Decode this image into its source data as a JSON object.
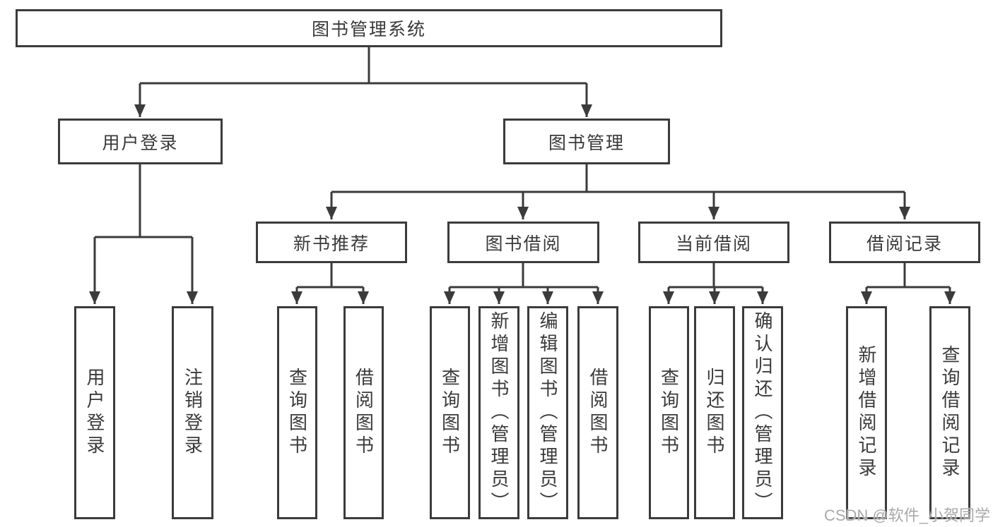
{
  "watermark": "CSDN @软件_小贺同学",
  "colors": {
    "line": "#3b3b3b",
    "text": "#3a3a3a",
    "background": "#ffffff",
    "watermark": "#a9a9a9"
  },
  "tree": {
    "root": {
      "label": "图书管理系统",
      "children": [
        {
          "label": "用户登录",
          "children": [
            {
              "label": "用户登录"
            },
            {
              "label": "注销登录"
            }
          ]
        },
        {
          "label": "图书管理",
          "children": [
            {
              "label": "新书推荐",
              "children": [
                {
                  "label": "查询图书"
                },
                {
                  "label": "借阅图书"
                }
              ]
            },
            {
              "label": "图书借阅",
              "children": [
                {
                  "label": "查询图书"
                },
                {
                  "label": "新增图书（管理员）"
                },
                {
                  "label": "编辑图书（管理员）"
                },
                {
                  "label": "借阅图书"
                }
              ]
            },
            {
              "label": "当前借阅",
              "children": [
                {
                  "label": "查询图书"
                },
                {
                  "label": "归还图书"
                },
                {
                  "label": "确认归还（管理员）"
                }
              ]
            },
            {
              "label": "借阅记录",
              "children": [
                {
                  "label": "新增借阅记录"
                },
                {
                  "label": "查询借阅记录"
                }
              ]
            }
          ]
        }
      ]
    }
  }
}
